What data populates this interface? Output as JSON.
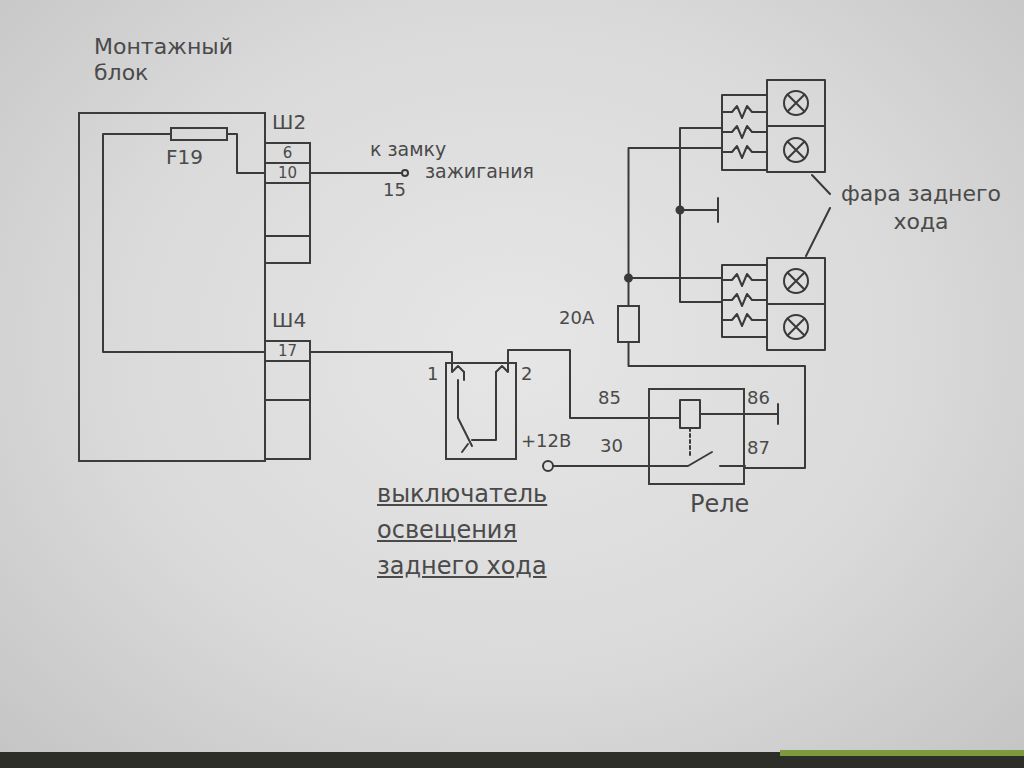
{
  "diagram": {
    "nodes": [
      {
        "text": [
          "Монтажный блок"
        ]
      },
      {
        "text": [
          "F19"
        ],
        "in": 0
      },
      {
        "text": [
          "Ш2",
          "6",
          "10"
        ]
      },
      {
        "text": [
          "Ш4",
          "17"
        ]
      },
      {
        "text": [
          "1",
          "2",
          "выключатель освещения заднего хода"
        ]
      },
      {
        "text": [
          "85",
          "86",
          "30",
          "87",
          "Реле"
        ]
      },
      {
        "text": [
          "20А"
        ]
      }
    ],
    "edges": [
      {
        "from": 1,
        "to": 2,
        "arrow": "none"
      },
      {
        "from": 1,
        "to": 3,
        "arrow": "none"
      },
      {
        "from": 3,
        "to": 4,
        "arrow": "none"
      },
      {
        "from": 4,
        "to": 5,
        "arrow": "none"
      },
      {
        "from": 5,
        "to": 6,
        "arrow": "none"
      }
    ],
    "labels": [
      "к замку зажигания",
      "15",
      "+12В",
      "фара заднего хода"
    ]
  }
}
